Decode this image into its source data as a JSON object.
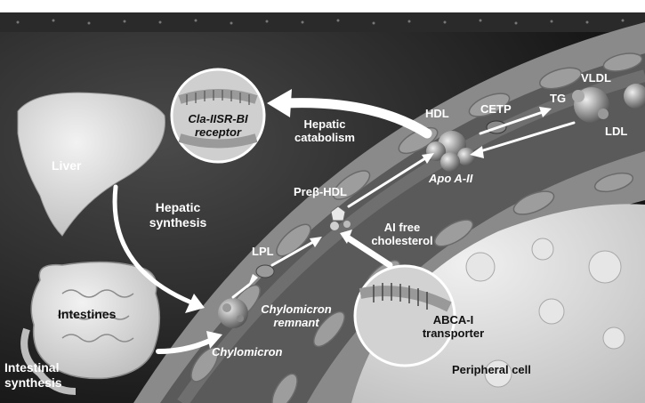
{
  "labels": {
    "liver": "Liver",
    "intestines": "Intestines",
    "intestinal_synthesis": "Intestinal synthesis",
    "hepatic_synthesis": "Hepatic synthesis",
    "hepatic_catabolism": "Hepatic catabolism",
    "cla_receptor": "Cla-IISR-BI receptor",
    "hdl": "HDL",
    "cetp": "CETP",
    "tg": "TG",
    "vldl": "VLDL",
    "ldl": "LDL",
    "apo_a_ii": "Apo A-II",
    "prebeta_hdl": "Preβ-HDL",
    "ai_free_cholesterol": "AI free cholesterol",
    "lpl": "LPL",
    "chylomicron_remnant": "Chylomicron remnant",
    "chylomicron": "Chylomicron",
    "abca1_transporter": "ABCA-I transporter",
    "peripheral_cell": "Peripheral cell"
  },
  "colors": {
    "background": "#000000",
    "vessel_wall": "#8a8a8a",
    "vessel_lumen": "#5a5a5a",
    "organ_fill": "#dcdcdc",
    "peripheral_cell": "#d8d8d8",
    "arrow": "#ffffff"
  }
}
